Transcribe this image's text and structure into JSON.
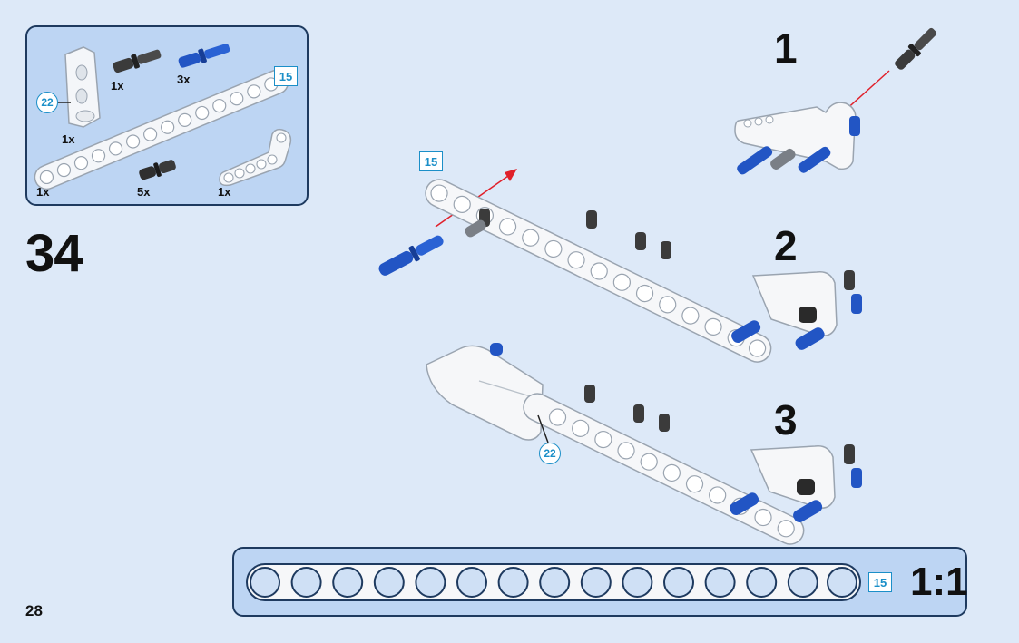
{
  "parts_list": {
    "items": [
      {
        "part": "angle-connector",
        "quantity": "1x",
        "ref": "22"
      },
      {
        "part": "black-axle-pin",
        "quantity": "1x"
      },
      {
        "part": "blue-axle-pin",
        "quantity": "3x"
      },
      {
        "part": "beam-15",
        "quantity": "1x",
        "ref": "15"
      },
      {
        "part": "black-friction-pin",
        "quantity": "5x"
      },
      {
        "part": "bent-beam",
        "quantity": "1x"
      }
    ]
  },
  "step": {
    "number": "34"
  },
  "sub_steps": [
    {
      "label": "1"
    },
    {
      "label": "2",
      "ref": "15"
    },
    {
      "label": "3",
      "ref": "22"
    }
  ],
  "ruler": {
    "length_ref": "15",
    "scale": "1:1"
  },
  "page": {
    "number": "28"
  },
  "colors": {
    "background": "#dde9f8",
    "panel": "#bdd5f3",
    "panel_border": "#1e3a5f",
    "ref_blue": "#1b8fc8",
    "arrow_red": "#e0202a",
    "pin_blue": "#2255c4",
    "pin_black": "#333333"
  }
}
